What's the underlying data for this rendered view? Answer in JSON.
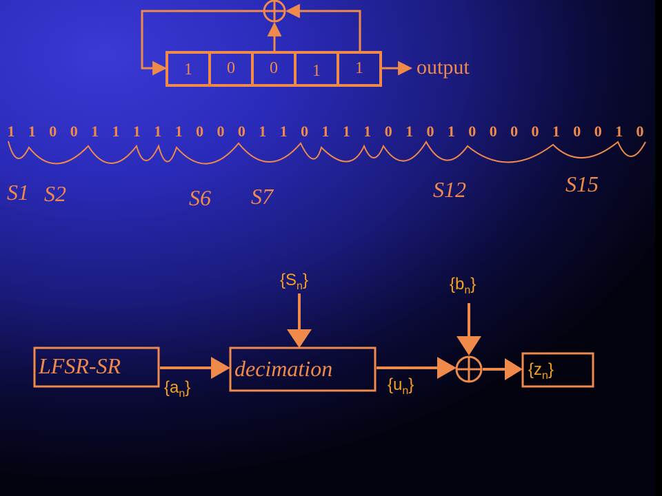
{
  "lfsr": {
    "register_bits": [
      "1",
      "0",
      "0",
      "1",
      "1"
    ],
    "output_label": "output"
  },
  "sequence": {
    "bits": "1100111110001101110101000010010",
    "segment_labels": [
      {
        "id": "s1",
        "text": "S1"
      },
      {
        "id": "s2",
        "text": "S2"
      },
      {
        "id": "s6",
        "text": "S6"
      },
      {
        "id": "s7",
        "text": "S7"
      },
      {
        "id": "s12",
        "text": "S12"
      },
      {
        "id": "s15",
        "text": "S15"
      }
    ]
  },
  "block_diagram": {
    "lfsr_block": "LFSR-SR",
    "decimation_block": "decimation",
    "a_set": {
      "open": "{a",
      "sub": "n",
      "close": "}"
    },
    "s_set": {
      "open": "{S",
      "sub": "n",
      "close": "}"
    },
    "u_set": {
      "open": "{u",
      "sub": "n",
      "close": "}"
    },
    "b_set": {
      "open": "{b",
      "sub": "n",
      "close": "}"
    },
    "z_set": {
      "open": "{z",
      "sub": "n",
      "close": "}"
    }
  },
  "colors": {
    "accent": "#f08a4b",
    "set_labels": "#f5a020",
    "background_top": "#3a3ad6",
    "background_bottom": "#03030f"
  }
}
